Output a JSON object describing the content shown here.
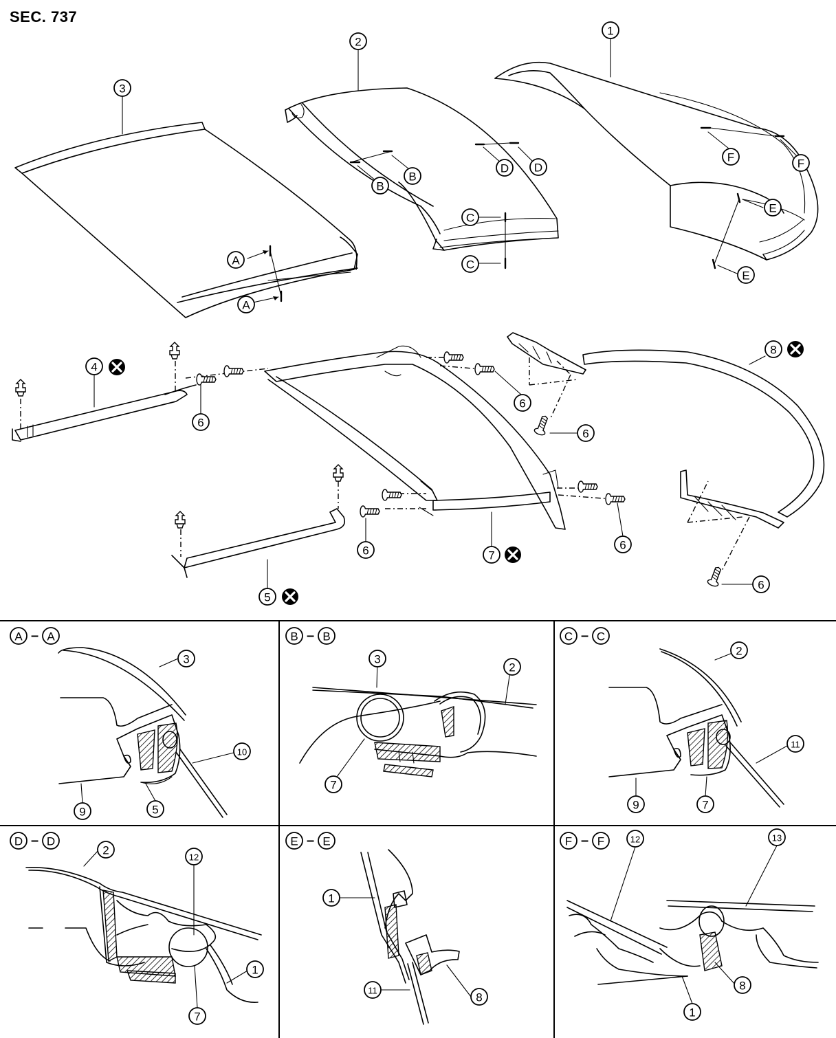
{
  "section": "SEC. 737",
  "parts": {
    "p1": "1",
    "p2": "2",
    "p3": "3",
    "p4": "4",
    "p5": "5",
    "p6": "6",
    "p7": "7",
    "p8": "8",
    "p9": "9",
    "p10": "10",
    "p11": "11",
    "p12": "12",
    "p13": "13"
  },
  "sections": {
    "A": "A",
    "B": "B",
    "C": "C",
    "D": "D",
    "E": "E",
    "F": "F",
    "dash": "–"
  },
  "icons": [
    "do-not-reuse-icon",
    "clip-icon",
    "bolt-icon"
  ]
}
